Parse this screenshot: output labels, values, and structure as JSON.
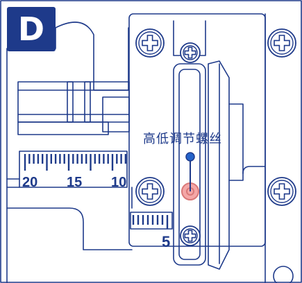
{
  "panel_letter": "D",
  "callout_label": "高低调节螺丝",
  "scale_labels": {
    "t20": "20",
    "t15": "15",
    "t10": "10",
    "t5": "5"
  },
  "colors": {
    "ink": "#1e3a8a",
    "badge": "#1e3a8a",
    "highlight": "#f4a7a7",
    "background": "#ffffff"
  },
  "icons": [
    "screw-head-icon",
    "callout-dot"
  ]
}
